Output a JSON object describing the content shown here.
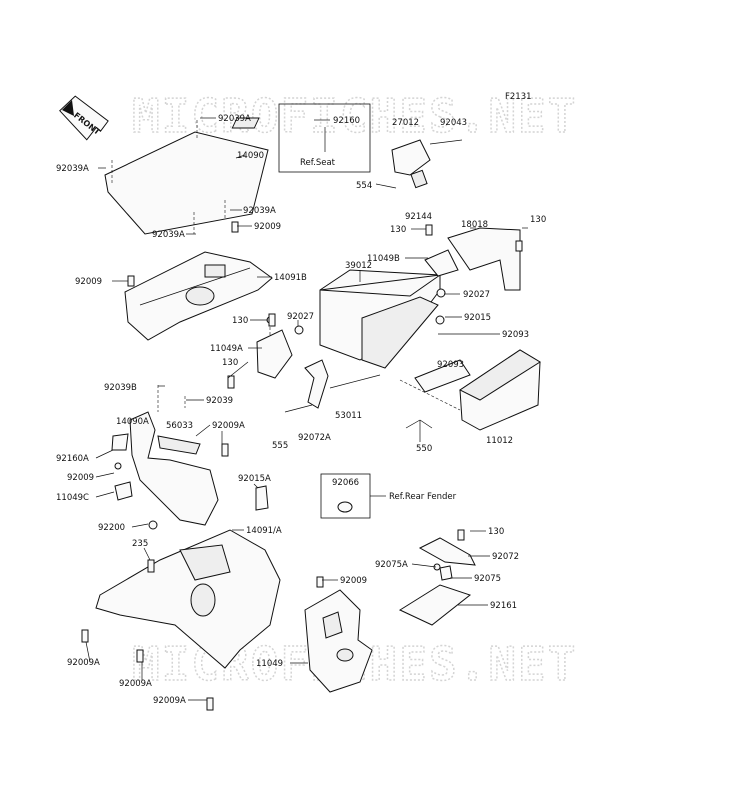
{
  "figure_code": "F2131",
  "front_label": "FRONT",
  "watermark": "MICROFICHES.NET",
  "callouts": [
    {
      "id": "c-92039a-top",
      "text": "92039A"
    },
    {
      "id": "c-14090",
      "text": "14090"
    },
    {
      "id": "c-92039a-left",
      "text": "92039A"
    },
    {
      "id": "c-92039a-mid",
      "text": "92039A"
    },
    {
      "id": "c-92039a-low",
      "text": "92039A"
    },
    {
      "id": "c-92009-a",
      "text": "92009"
    },
    {
      "id": "c-92009-b",
      "text": "92009"
    },
    {
      "id": "c-14091b",
      "text": "14091B"
    },
    {
      "id": "c-92160",
      "text": "92160"
    },
    {
      "id": "c-27012",
      "text": "27012"
    },
    {
      "id": "c-92043",
      "text": "92043"
    },
    {
      "id": "c-554",
      "text": "554"
    },
    {
      "id": "c-92144",
      "text": "92144"
    },
    {
      "id": "c-18018",
      "text": "18018"
    },
    {
      "id": "c-130-a",
      "text": "130"
    },
    {
      "id": "c-130-b",
      "text": "130"
    },
    {
      "id": "c-11049b",
      "text": "11049B"
    },
    {
      "id": "c-39012",
      "text": "39012"
    },
    {
      "id": "c-92027-a",
      "text": "92027"
    },
    {
      "id": "c-130-c",
      "text": "130"
    },
    {
      "id": "c-92027-b",
      "text": "92027"
    },
    {
      "id": "c-92015",
      "text": "92015"
    },
    {
      "id": "c-92093-a",
      "text": "92093"
    },
    {
      "id": "c-11049a",
      "text": "11049A"
    },
    {
      "id": "c-130-d",
      "text": "130"
    },
    {
      "id": "c-92093-b",
      "text": "92093"
    },
    {
      "id": "c-92039b",
      "text": "92039B"
    },
    {
      "id": "c-92039",
      "text": "92039"
    },
    {
      "id": "c-53011",
      "text": "53011"
    },
    {
      "id": "c-14090a",
      "text": "14090A"
    },
    {
      "id": "c-56033",
      "text": "56033"
    },
    {
      "id": "c-92009a-a",
      "text": "92009A"
    },
    {
      "id": "c-555",
      "text": "555"
    },
    {
      "id": "c-92072a",
      "text": "92072A"
    },
    {
      "id": "c-550",
      "text": "550"
    },
    {
      "id": "c-11012",
      "text": "11012"
    },
    {
      "id": "c-92160a",
      "text": "92160A"
    },
    {
      "id": "c-92009-c",
      "text": "92009"
    },
    {
      "id": "c-92015a",
      "text": "92015A"
    },
    {
      "id": "c-92066",
      "text": "92066"
    },
    {
      "id": "c-11049c",
      "text": "11049C"
    },
    {
      "id": "c-92200",
      "text": "92200"
    },
    {
      "id": "c-14091a",
      "text": "14091/A"
    },
    {
      "id": "c-130-e",
      "text": "130"
    },
    {
      "id": "c-235",
      "text": "235"
    },
    {
      "id": "c-92072",
      "text": "92072"
    },
    {
      "id": "c-92075a",
      "text": "92075A"
    },
    {
      "id": "c-92075",
      "text": "92075"
    },
    {
      "id": "c-92009-d",
      "text": "92009"
    },
    {
      "id": "c-92161",
      "text": "92161"
    },
    {
      "id": "c-92009a-b",
      "text": "92009A"
    },
    {
      "id": "c-11049",
      "text": "11049"
    },
    {
      "id": "c-92009a-c",
      "text": "92009A"
    },
    {
      "id": "c-92009a-d",
      "text": "92009A"
    }
  ],
  "references": {
    "seat": "Ref.Seat",
    "rear_fender": "Ref.Rear Fender"
  }
}
